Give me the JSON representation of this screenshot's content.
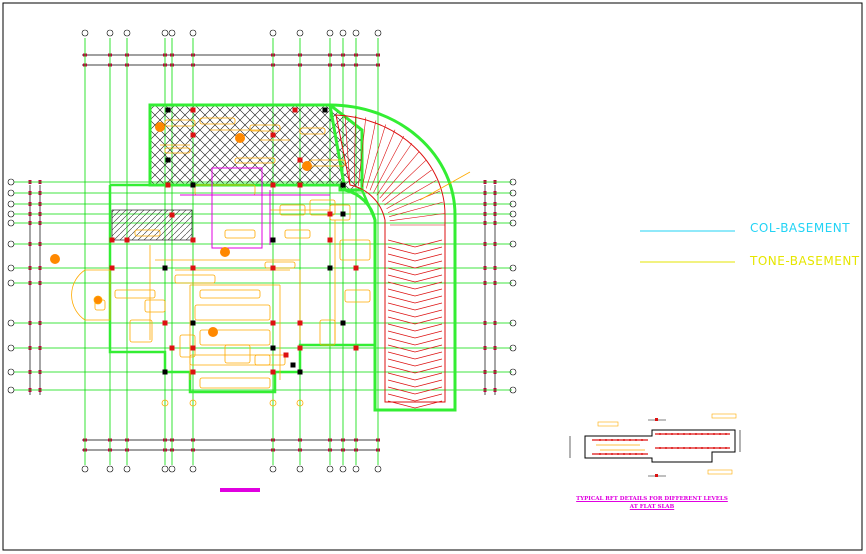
{
  "legend": {
    "items": [
      {
        "label": "COL-BASEMENT",
        "color": "#22d3f5"
      },
      {
        "label": "TONE-BASEMENT",
        "color": "#e6e600"
      }
    ]
  },
  "detail": {
    "caption_line1": "TYPICAL RFT DETAILS FOR DIFFERENT LEVELS",
    "caption_line2": "AT FLAT SLAB",
    "caption_color": "#e000e0"
  },
  "colors": {
    "grid": "#00dd00",
    "wall": "#33ee33",
    "hatch": "#111111",
    "ramp": "#dd1111",
    "fixture": "#ffaa00",
    "dim": "#000000",
    "marker": "#c00040",
    "magenta": "#e000e0"
  }
}
